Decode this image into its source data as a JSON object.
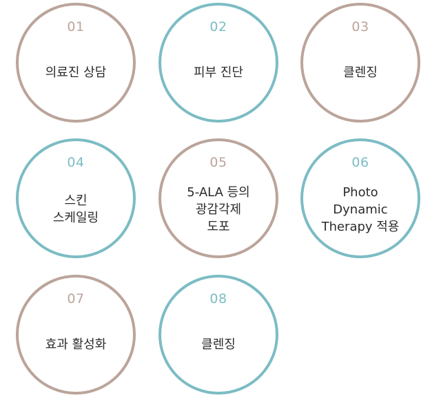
{
  "steps": [
    {
      "number": "01",
      "lines": [
        "의료진 상담"
      ]
    },
    {
      "number": "02",
      "lines": [
        "피부 진단"
      ]
    },
    {
      "number": "03",
      "lines": [
        "클렌징"
      ]
    },
    {
      "number": "04",
      "lines": [
        "스킨",
        "스케일링"
      ]
    },
    {
      "number": "05",
      "lines": [
        "5-ALA 등의",
        "광감각제",
        "도포"
      ]
    },
    {
      "number": "06",
      "lines": [
        "Photo",
        "Dynamic",
        "Therapy 적용"
      ]
    },
    {
      "number": "07",
      "lines": [
        "효과 활성화"
      ]
    },
    {
      "number": "08",
      "lines": [
        "클렌징"
      ]
    }
  ],
  "colors": {
    "beige": "#bba49a",
    "teal": "#7cbcc4",
    "text": "#2b2b2b"
  }
}
